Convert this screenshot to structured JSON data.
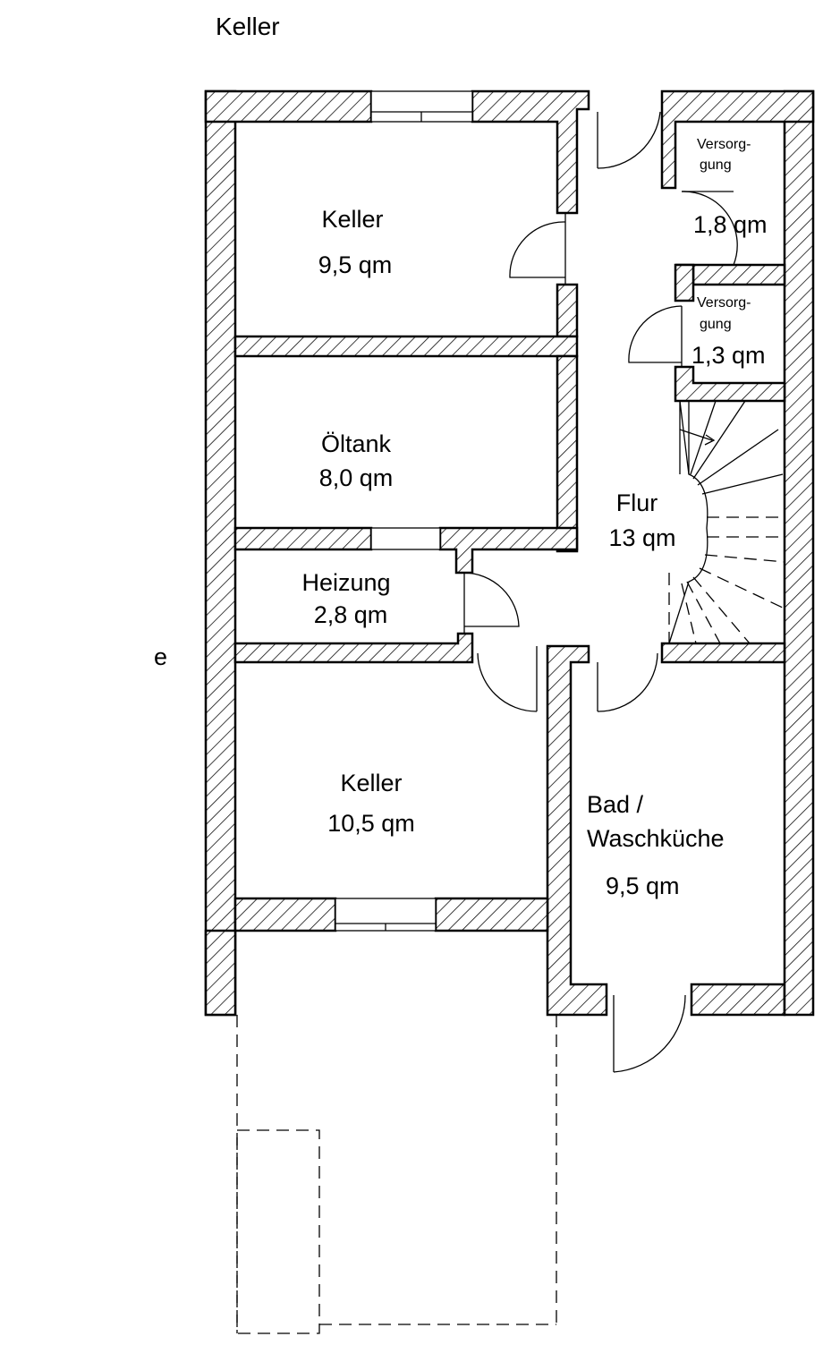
{
  "title": "Keller",
  "stray_glyph": "e",
  "rooms": {
    "keller_top": {
      "name": "Keller",
      "area": "9,5 qm"
    },
    "versorgung_1": {
      "name_line1": "Versorg-",
      "name_line2": "gung",
      "area": "1,8 qm"
    },
    "versorgung_2": {
      "name_line1": "Versorg-",
      "name_line2": "gung",
      "area": "1,3 qm"
    },
    "oeltank": {
      "name": "Öltank",
      "area": "8,0 qm"
    },
    "flur": {
      "name": "Flur",
      "area": "13 qm"
    },
    "heizung": {
      "name": "Heizung",
      "area": "2,8 qm"
    },
    "keller_bottom": {
      "name": "Keller",
      "area": "10,5 qm"
    },
    "bad": {
      "name_line1": "Bad /",
      "name_line2": "Waschküche",
      "area": "9,5 qm"
    }
  }
}
